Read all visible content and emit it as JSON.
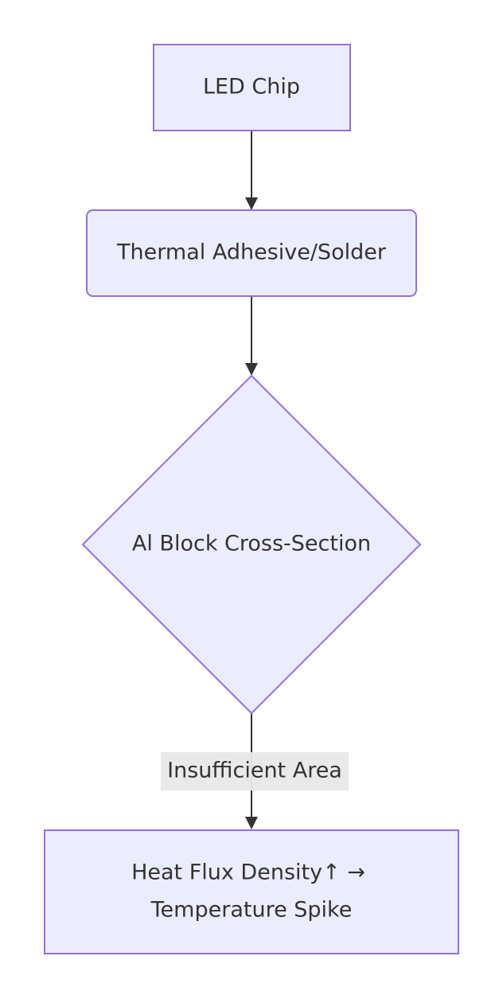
{
  "nodes": {
    "led_chip": {
      "label": "LED Chip"
    },
    "thermal_adhesive": {
      "label": "Thermal Adhesive/Solder"
    },
    "al_block": {
      "label": "Al Block Cross-Section"
    },
    "heat_flux": {
      "line1": "Heat Flux Density↑ →",
      "line2": "Temperature Spike"
    }
  },
  "edges": {
    "al_to_heat_label": "Insufficient Area"
  },
  "colors": {
    "node_fill": "#ECECFF",
    "node_stroke": "#9370DB",
    "edge": "#333333",
    "label_bg": "#E8E8E8",
    "text": "#333333"
  }
}
